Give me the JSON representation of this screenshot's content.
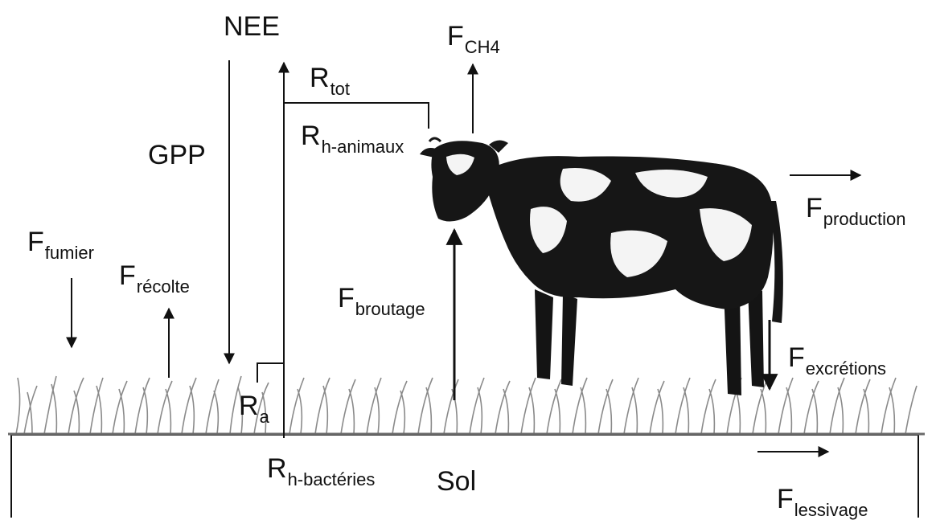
{
  "labels": {
    "nee": "NEE",
    "gpp": "GPP",
    "sol": "Sol",
    "fch4": {
      "main": "F",
      "sub": "CH4"
    },
    "rtot": {
      "main": "R",
      "sub": "tot"
    },
    "rh_animaux": {
      "main": "R",
      "sub": "h-animaux"
    },
    "fproduction": {
      "main": "F",
      "sub": "production"
    },
    "ffumier": {
      "main": "F",
      "sub": "fumier"
    },
    "frecolte": {
      "main": "F",
      "sub": "récolte"
    },
    "fbroutage": {
      "main": "F",
      "sub": "broutage"
    },
    "fexcretions": {
      "main": "F",
      "sub": "excrétions"
    },
    "ra": {
      "main": "R",
      "sub": "a"
    },
    "rh_bacteries": {
      "main": "R",
      "sub": "h-bactéries"
    },
    "flessivage": {
      "main": "F",
      "sub": "lessivage"
    }
  }
}
